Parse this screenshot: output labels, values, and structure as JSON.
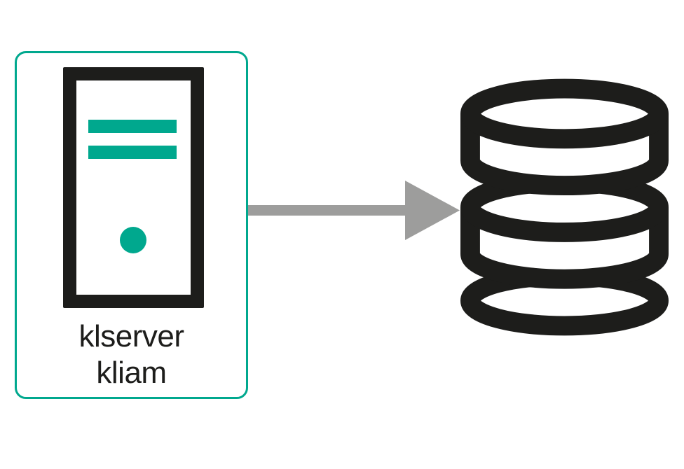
{
  "diagram": {
    "title": "server-to-database connection diagram",
    "colors": {
      "accent_teal": "#00a88e",
      "icon_black": "#1d1d1b",
      "arrow_gray": "#9d9d9c",
      "label_black": "#1d1d1b"
    },
    "server_node": {
      "label_line1": "klserver",
      "label_line2": "kliam"
    },
    "arrow": {
      "direction": "right",
      "from": "server-node",
      "to": "database"
    },
    "database": {
      "disk_count": 3
    }
  }
}
